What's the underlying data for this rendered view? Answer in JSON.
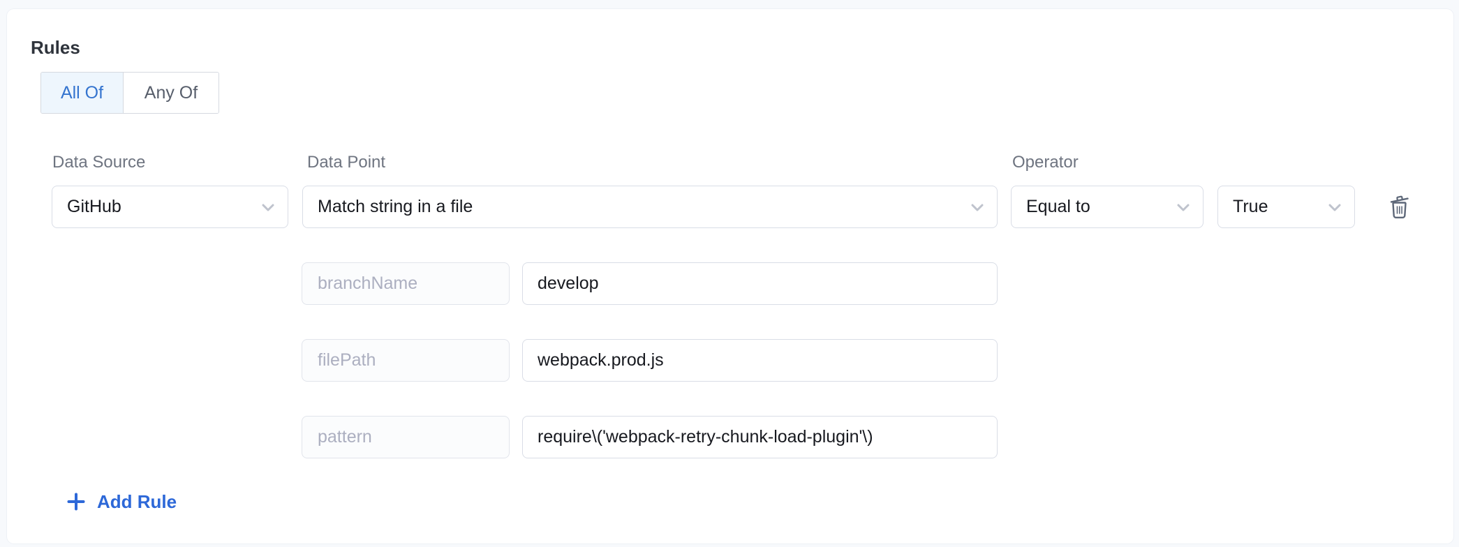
{
  "rules": {
    "title": "Rules",
    "match_mode": {
      "options": [
        {
          "label": "All Of",
          "selected": true
        },
        {
          "label": "Any Of",
          "selected": false
        }
      ]
    },
    "rule": {
      "data_source": {
        "label": "Data Source",
        "value": "GitHub"
      },
      "data_point": {
        "label": "Data Point",
        "value": "Match string in a file"
      },
      "operator": {
        "label": "Operator",
        "value": "Equal to"
      },
      "expected": {
        "value": "True"
      },
      "params": [
        {
          "key": "branchName",
          "value": "develop"
        },
        {
          "key": "filePath",
          "value": "webpack.prod.js"
        },
        {
          "key": "pattern",
          "value": "require\\('webpack-retry-chunk-load-plugin'\\)"
        }
      ]
    },
    "add_rule": {
      "label": "Add Rule"
    }
  },
  "icons": {
    "chevron_down": "v",
    "trash": "trash-can-with-tilted-lid",
    "plus": "+"
  },
  "colors": {
    "page_bg": "#f7f9fc",
    "card_bg": "#ffffff",
    "accent_blue": "#3474cf",
    "link_blue": "#2d68d8",
    "selected_segment_bg": "#eef6fd",
    "border": "#d9dde6",
    "label_text": "#6e7480",
    "muted_key_text": "#acafc0",
    "value_text": "#17191f",
    "icon_gray": "#5d6778",
    "chevron_gray": "#bfc3cd"
  }
}
